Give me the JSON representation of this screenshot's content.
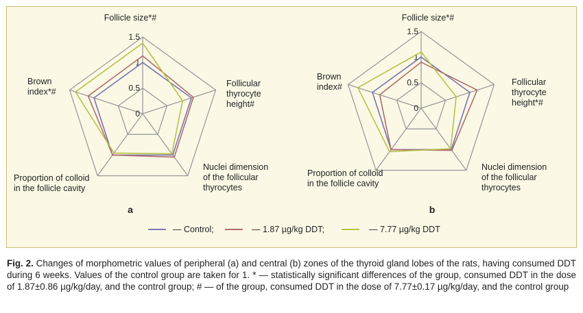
{
  "chart_data": [
    {
      "type": "radar",
      "panel": "a",
      "axes": [
        "Follicle size*#",
        "Follicular thyrocyte height#",
        "Nuclei dimension of the follicular thyrocytes",
        "Proportion of colloid in the follicle cavity",
        "Brown index*#"
      ],
      "ticks": [
        "0",
        "0.5",
        "1",
        "1.5"
      ],
      "range": [
        0,
        1.5
      ],
      "series": [
        {
          "name": "— Control;",
          "color": "#7a78b0",
          "values": [
            1,
            1,
            1,
            1,
            1
          ]
        },
        {
          "name": "— 1.87 µg/kg DDT;",
          "color": "#b06a6e",
          "values": [
            1.13,
            1.04,
            1.05,
            1.0,
            1.12
          ]
        },
        {
          "name": "7.77 µg/kg DDT",
          "color": "#b7c244",
          "values": [
            1.38,
            0.82,
            0.97,
            0.95,
            1.38
          ]
        }
      ]
    },
    {
      "type": "radar",
      "panel": "b",
      "axes": [
        "Follicle size*#",
        "Follicular thyrocyte height*#",
        "Nuclei dimension of the follicular thyrocytes",
        "Proportion of colloid in the follicle cavity",
        "Brown index#"
      ],
      "ticks": [
        "0",
        "0.5",
        "1",
        "1.5"
      ],
      "range": [
        0,
        1.5
      ],
      "series": [
        {
          "name": "— Control;",
          "color": "#7a78b0",
          "values": [
            1,
            1,
            1,
            1,
            1
          ]
        },
        {
          "name": "— 1.87 µg/kg DDT;",
          "color": "#b06a6e",
          "values": [
            0.9,
            1.15,
            1.02,
            1.0,
            0.85
          ]
        },
        {
          "name": "7.77 µg/kg DDT",
          "color": "#b7c244",
          "values": [
            1.1,
            0.72,
            0.98,
            1.05,
            1.3
          ]
        }
      ]
    }
  ],
  "panels": {
    "a": {
      "letter": "a",
      "labels": {
        "top": [
          "Follicle size*#"
        ],
        "right": [
          "Follicular",
          "thyrocyte",
          "height#"
        ],
        "bottom_right": [
          "Nuclei dimension",
          "of the follicular",
          "thyrocytes"
        ],
        "bottom_left": [
          "Proportion of colloid",
          "in the follicle cavity"
        ],
        "left": [
          "Brown",
          "index*#"
        ]
      }
    },
    "b": {
      "letter": "b",
      "labels": {
        "top": [
          "Follicle size*#"
        ],
        "right": [
          "Follicular",
          "thyrocyte",
          "height*#"
        ],
        "bottom_right": [
          "Nuclei dimension",
          "of the follicular",
          "thyrocytes"
        ],
        "bottom_left": [
          "Proportion of colloid",
          "in the follicle cavity"
        ],
        "left": [
          "Brown",
          "index#"
        ]
      }
    }
  },
  "legend": [
    {
      "text": "— Control;",
      "color": "#7a78b0"
    },
    {
      "text": "— 1.87 µg/kg DDT;",
      "color": "#b06a6e"
    },
    {
      "text": "— 7.77 µg/kg DDT",
      "color": "#b7c244"
    }
  ],
  "caption": {
    "label": "Fig. 2.",
    "text": " Changes of morphometric values of peripheral (a) and central (b) zones of the thyroid gland lobes of the rats, having consumed DDT during 6 weeks. Values of the control group are taken for 1. * — statistically significant differences of the group, consumed DDT in the dose of 1.87±0.86 µg/kg/day, and the control group; # — of the group, consumed DDT in the dose of 7.77±0.17 µg/kg/day, and the control group"
  },
  "colors": {
    "grid": "#9a9a9a",
    "background": "#fbf9e6",
    "border": "#c9bd72"
  }
}
